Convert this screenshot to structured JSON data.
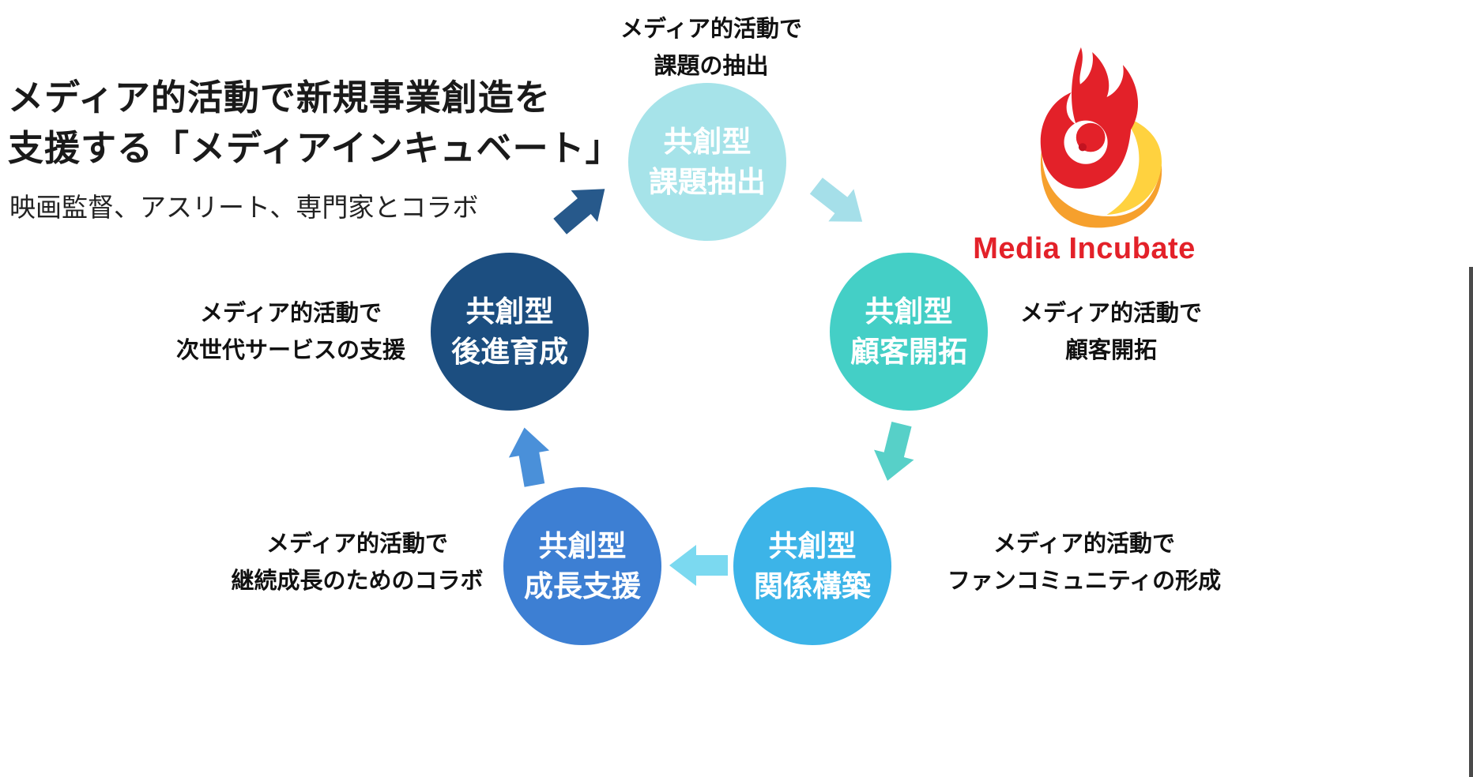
{
  "title": {
    "line1": "メディア的活動で新規事業創造を",
    "line2": "支援する「メディアインキュベート」",
    "subtitle": "映画監督、アスリート、専門家とコラボ"
  },
  "logo": {
    "text": "Media Incubate",
    "red": "#e32129",
    "dark_red": "#c21320",
    "orange": "#f6a02d",
    "yellow": "#ffd23f"
  },
  "cycle": {
    "nodes": [
      {
        "id": "issue-extraction",
        "line1": "共創型",
        "line2": "課題抽出",
        "color": "#a6e3e9",
        "caption1": "メディア的活動で",
        "caption2": "課題の抽出"
      },
      {
        "id": "customer-development",
        "line1": "共創型",
        "line2": "顧客開拓",
        "color": "#44cfc6",
        "caption1": "メディア的活動で",
        "caption2": "顧客開拓"
      },
      {
        "id": "relationship-building",
        "line1": "共創型",
        "line2": "関係構築",
        "color": "#3cb4e8",
        "caption1": "メディア的活動で",
        "caption2": "ファンコミュニティの形成"
      },
      {
        "id": "growth-support",
        "line1": "共創型",
        "line2": "成長支援",
        "color": "#3d7fd3",
        "caption1": "メディア的活動で",
        "caption2": "継続成長のためのコラボ"
      },
      {
        "id": "successor-training",
        "line1": "共創型",
        "line2": "後進育成",
        "color": "#1c4e80",
        "caption1": "メディア的活動で",
        "caption2": "次世代サービスの支援"
      }
    ],
    "arrows": [
      {
        "id": "issue-to-customer",
        "color": "#a5dfe9"
      },
      {
        "id": "customer-to-relationship",
        "color": "#57d0c8"
      },
      {
        "id": "relationship-to-growth",
        "color": "#7bd9f0"
      },
      {
        "id": "growth-to-successor",
        "color": "#4a90d9"
      },
      {
        "id": "successor-to-issue",
        "color": "#27598b"
      }
    ]
  }
}
